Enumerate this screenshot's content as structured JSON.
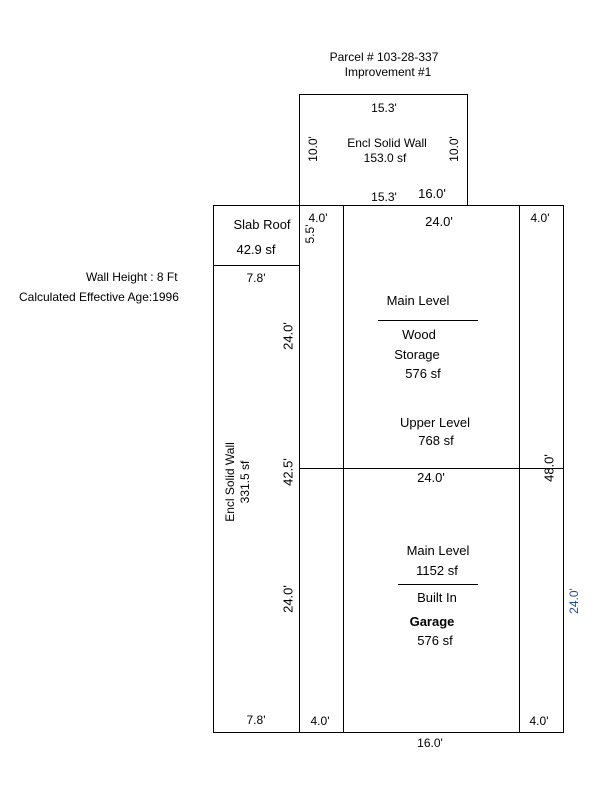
{
  "header": {
    "parcel": "Parcel # 103-28-337",
    "improvement": "Improvement #1"
  },
  "info": {
    "wall_height": "Wall Height : 8 Ft",
    "effective_age": "Calculated Effective Age:1996"
  },
  "top_box": {
    "label": "Encl Solid Wall",
    "area": "153.0 sf",
    "top_dim": "15.3'",
    "bottom_dim": "15.3'",
    "left_dim": "10.0'",
    "right_dim": "10.0'",
    "side_dim": "16.0'"
  },
  "slab_roof": {
    "label": "Slab Roof",
    "area": "42.9 sf",
    "dim_bottom": "7.8'"
  },
  "left_wing": {
    "label": "Encl Solid Wall",
    "area": "331.5 sf",
    "dim_bottom": "7.8'"
  },
  "dims": {
    "left_strip_top": "4.0'",
    "left_strip_vert": "5.5'",
    "main_top": "24.0'",
    "right_strip_top": "4.0'",
    "left_upper_vert": "24.0'",
    "left_total_vert": "42.5'",
    "left_lower_vert": "24.0'",
    "middle_width": "24.0'",
    "right_total_vert": "48.0'",
    "right_lower_vert": "24.0'",
    "left_strip_bottom": "4.0'",
    "right_strip_bottom": "4.0'",
    "bottom_width": "16.0'"
  },
  "upper_room": {
    "level": "Main Level",
    "type": "Wood",
    "use": "Storage",
    "area": "576 sf",
    "upper_level": "Upper Level",
    "upper_area": "768 sf"
  },
  "lower_room": {
    "level": "Main Level",
    "level_area": "1152 sf",
    "type": "Built In",
    "use": "Garage",
    "area": "576 sf"
  }
}
